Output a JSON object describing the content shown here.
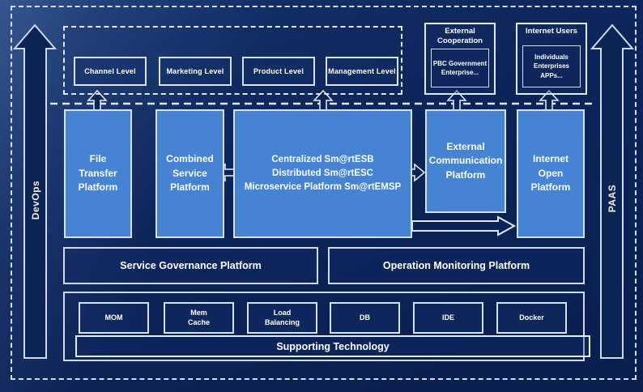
{
  "colors": {
    "background_navy": "#0d2459",
    "panel_blue": "#4583d5",
    "panel_border": "#d5e2f2",
    "frame_dash": "#d3deee",
    "text": "#ffffff"
  },
  "rails": {
    "left_label": "DevOps",
    "right_label": "PAAS"
  },
  "access_levels": {
    "items": [
      "Channel Level",
      "Marketing Level",
      "Product Level",
      "Management Level"
    ]
  },
  "external_cooperation": {
    "title": "External\nCooperation",
    "members": "PBC Government\nEnterprise..."
  },
  "internet_users": {
    "title": "Internet Users",
    "members": "Individuals\nEnterprises\nAPPs..."
  },
  "platforms": {
    "file_transfer": "File\nTransfer\nPlatform",
    "combined_service": "Combined\nService\nPlatform",
    "esb_core": "Centralized Sm@rtESB\nDistributed Sm@rtESC\nMicroservice Platform Sm@rtEMSP",
    "external_communication": "External\nCommunication\nPlatform",
    "internet_open": "Internet\nOpen\nPlatform"
  },
  "management": {
    "service_governance": "Service Governance Platform",
    "operation_monitoring": "Operation Monitoring Platform"
  },
  "supporting": {
    "technologies": [
      "MOM",
      "Mem\nCache",
      "Load\nBalancing",
      "DB",
      "IDE",
      "Docker"
    ],
    "label": "Supporting Technology"
  }
}
